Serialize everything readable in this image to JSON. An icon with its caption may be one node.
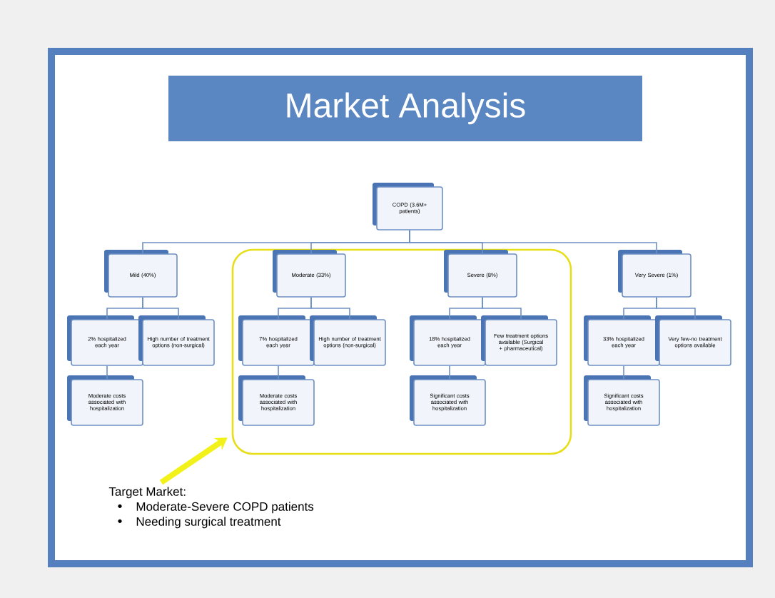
{
  "diagram": {
    "title": "Market Analysis",
    "nodes": [
      {
        "text": [
          "COPD (3.6M+ patients)"
        ]
      },
      {
        "text": [
          "Mild (40%)"
        ]
      },
      {
        "text": [],
        "shape": "box"
      },
      {
        "text": [
          "Moderate (33%)"
        ],
        "in": 2
      },
      {
        "text": [
          "Severe (8%)"
        ],
        "in": 2
      },
      {
        "text": [
          "Very Severe (1%)"
        ]
      },
      {
        "text": [
          "2% hospitalized each year"
        ]
      },
      {
        "text": [
          "High number of treatment options (non-surgical)"
        ]
      },
      {
        "text": [
          "Moderate costs associated with hospitalization"
        ]
      },
      {
        "text": [
          "7% hospitalized each year"
        ],
        "in": 2
      },
      {
        "text": [
          "High number of treatment options (non-surgical)"
        ],
        "in": 2
      },
      {
        "text": [
          "Moderate costs associated with hospitalization"
        ],
        "in": 2
      },
      {
        "text": [
          "18% hospitalized each year"
        ],
        "in": 2
      },
      {
        "text": [
          "Few treatment options available (Surgical + pharmaceutical)"
        ],
        "in": 2
      },
      {
        "text": [
          "Significant costs associated with hospitalization"
        ],
        "in": 2
      },
      {
        "text": [
          "33% hospitalized each year"
        ]
      },
      {
        "text": [
          "Very few-no treatment options available"
        ]
      },
      {
        "text": [
          "Significant costs associated with hospitalization"
        ]
      },
      {
        "text": [
          "Target Market:",
          "Moderate-Severe COPD patients",
          "Needing surgical treatment"
        ]
      }
    ],
    "edges": [
      {
        "from": 0,
        "to": 1,
        "arrow": "none"
      },
      {
        "from": 0,
        "to": 3,
        "arrow": "none"
      },
      {
        "from": 0,
        "to": 4,
        "arrow": "none"
      },
      {
        "from": 0,
        "to": 5,
        "arrow": "none"
      },
      {
        "from": 1,
        "to": 6,
        "arrow": "none"
      },
      {
        "from": 1,
        "to": 7,
        "arrow": "none"
      },
      {
        "from": 6,
        "to": 8,
        "arrow": "none"
      },
      {
        "from": 3,
        "to": 9,
        "arrow": "none"
      },
      {
        "from": 3,
        "to": 10,
        "arrow": "none"
      },
      {
        "from": 9,
        "to": 11,
        "arrow": "none"
      },
      {
        "from": 4,
        "to": 12,
        "arrow": "none"
      },
      {
        "from": 4,
        "to": 13,
        "arrow": "none"
      },
      {
        "from": 12,
        "to": 14,
        "arrow": "none"
      },
      {
        "from": 5,
        "to": 15,
        "arrow": "none"
      },
      {
        "from": 5,
        "to": 16,
        "arrow": "none"
      },
      {
        "from": 15,
        "to": 17,
        "arrow": "none"
      },
      {
        "from": 18,
        "to": 2,
        "arrow": "to",
        "style": "thick",
        "color": "#f2f21a"
      }
    ]
  }
}
